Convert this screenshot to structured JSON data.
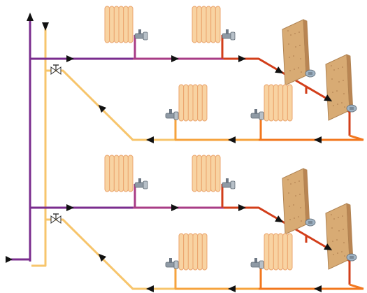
{
  "colors": {
    "supply_purple": "#7a2c8e",
    "supply_magenta": "#a83c86",
    "supply_red": "#d23e1a",
    "return_orange": "#f2771e",
    "return_mid_orange": "#f6a33d",
    "return_light": "#f7c56c",
    "radiator_light": "#f8d3a2",
    "radiator_line": "#eba56e",
    "panel_fill": "#d8ab74",
    "panel_edge": "#b08352",
    "valve_gray": "#8f9aa5",
    "arrow": "#111111"
  },
  "floors": [
    {
      "id": "upper",
      "supply_radiators": [
        "column",
        "column",
        "panel",
        "panel"
      ],
      "return_radiators": [
        "column",
        "column"
      ]
    },
    {
      "id": "lower",
      "supply_radiators": [
        "column",
        "column",
        "panel",
        "panel"
      ],
      "return_radiators": [
        "column",
        "column"
      ]
    }
  ],
  "risers": {
    "supply": {
      "flow": "up",
      "icon": "flow-arrow-icon"
    },
    "return": {
      "flow": "down",
      "icon": "flow-arrow-icon"
    }
  },
  "fittings": [
    "balancing-valve-icon",
    "radiator-valve-icon",
    "radiator-lockshield-icon"
  ]
}
